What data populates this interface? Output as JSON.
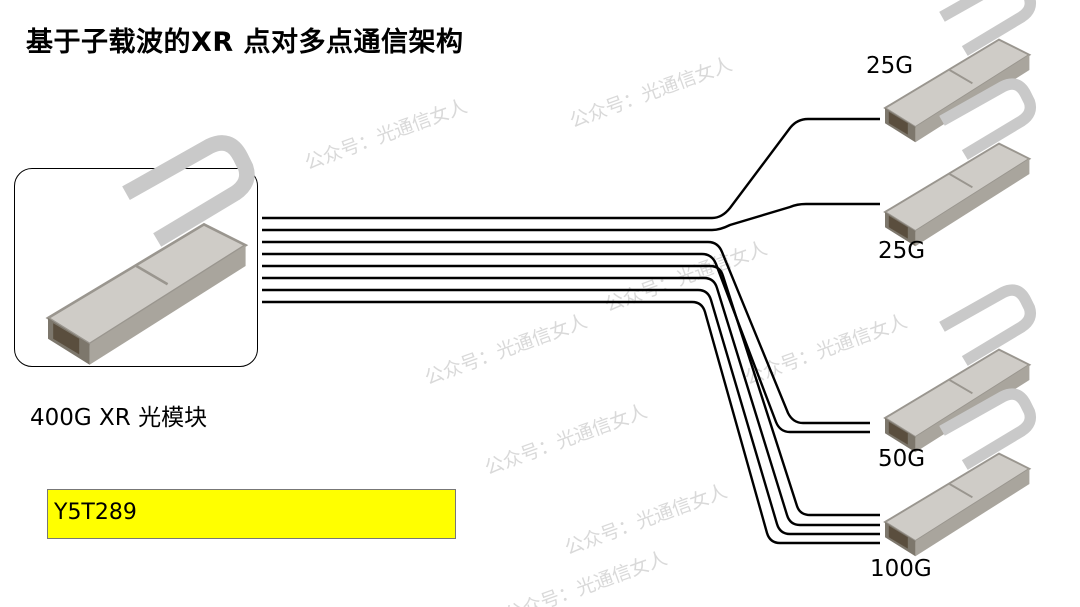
{
  "title": "基于子载波的XR 点对多点通信架构",
  "source": {
    "label": "400G XR 光模块"
  },
  "note": "Y5T289",
  "outputs": [
    {
      "label": "25G",
      "fibers": 1
    },
    {
      "label": "25G",
      "fibers": 1
    },
    {
      "label": "50G",
      "fibers": 2
    },
    {
      "label": "100G",
      "fibers": 4
    }
  ],
  "watermark": "公众号：光通信女人",
  "colors": {
    "highlight": "#ffff00",
    "line": "#000000",
    "watermark": "#d9d9d9"
  }
}
